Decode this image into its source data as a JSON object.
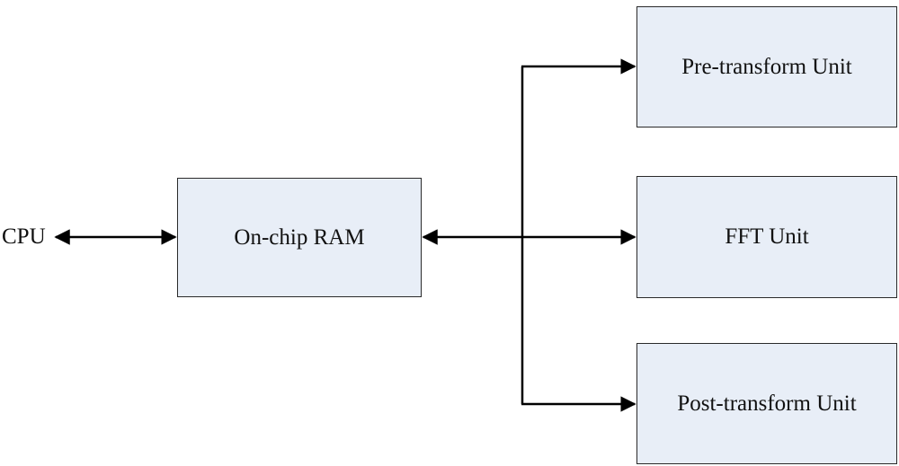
{
  "cpu_label": "CPU",
  "blocks": {
    "ram": "On-chip RAM",
    "pre_transform": "Pre-transform Unit",
    "fft": "FFT Unit",
    "post_transform": "Post-transform Unit"
  },
  "colors": {
    "block_fill": "#e8eef7",
    "line": "#000000"
  }
}
